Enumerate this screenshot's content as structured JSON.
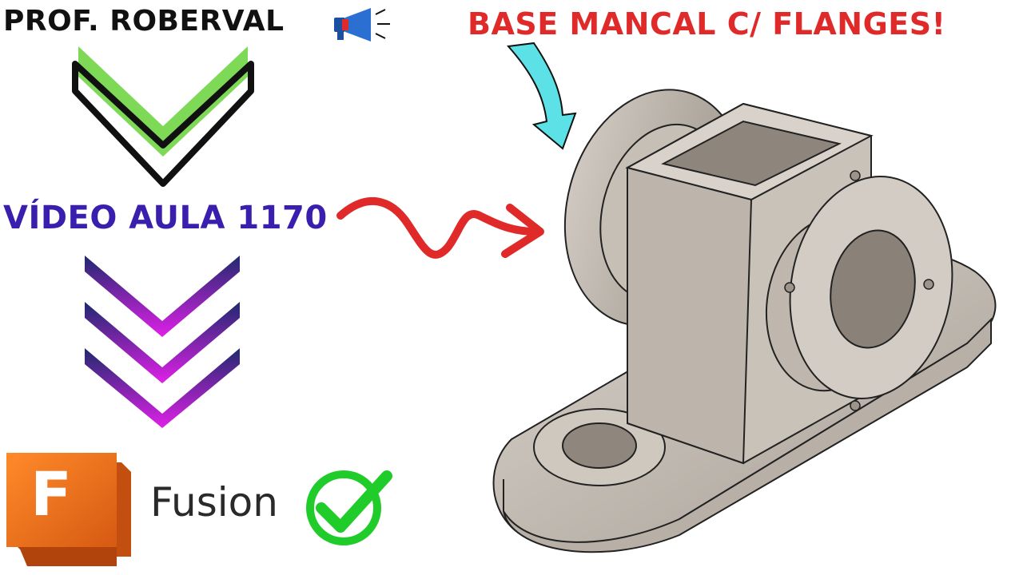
{
  "header": {
    "author": "PROF. ROBERVAL",
    "headline": "BASE MANCAL C/ FLANGES!"
  },
  "main": {
    "video_label": "VÍDEO AULA 1170"
  },
  "brand": {
    "logo_letter": "F",
    "name": "Fusion"
  },
  "icons": {
    "megaphone": "megaphone-icon",
    "checkmark": "check-circle-icon",
    "green_chevron": "chevron-down-icon",
    "purple_chevrons": "triple-chevron-down-icon",
    "red_arrow": "squiggle-arrow-icon",
    "cyan_arrow": "curved-arrow-icon"
  },
  "colors": {
    "headline": "#e02a2a",
    "video_label": "#3a1fae",
    "chevron_green": "#7ed957",
    "chevron_purple": "#e020e8",
    "arrow_red": "#e02a2a",
    "arrow_cyan": "#5ce1e6",
    "check_green": "#1fcc2a",
    "fusion_orange": "#f26b1d"
  }
}
